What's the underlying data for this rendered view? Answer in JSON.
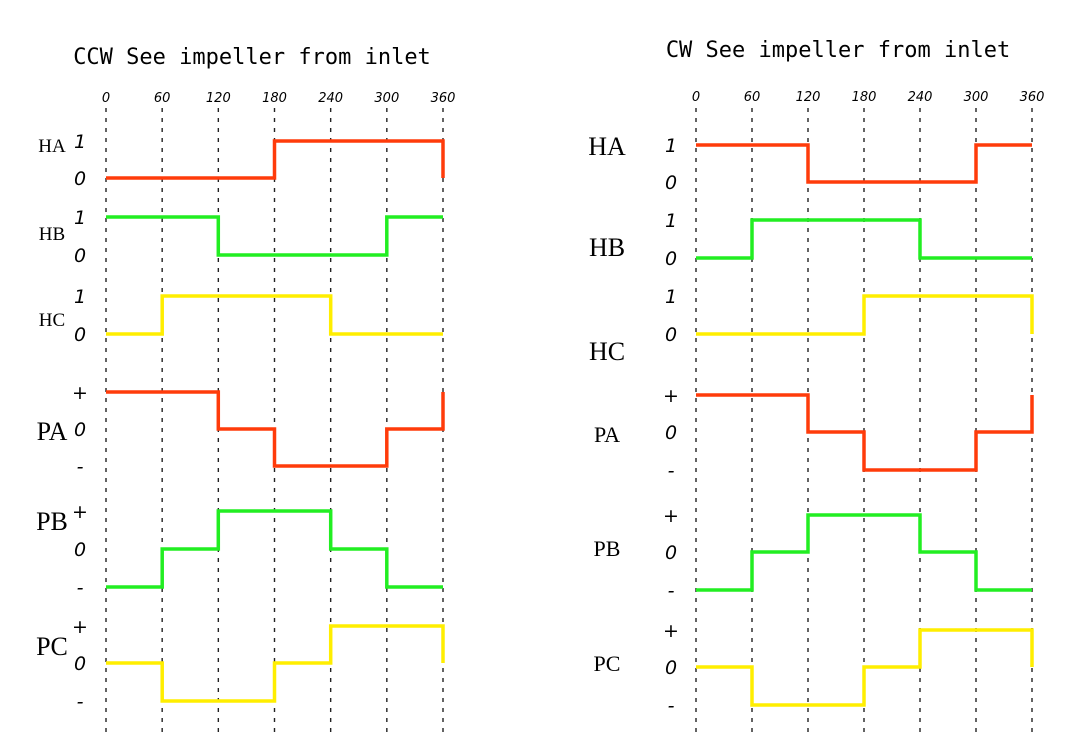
{
  "colors": {
    "red": "#ff3b0a",
    "green": "#22ee22",
    "yellow": "#ffee00"
  },
  "chart_data": [
    {
      "type": "line",
      "step": true,
      "title": "CCW See impeller from inlet",
      "x_ticks": [
        "0",
        "60",
        "120",
        "180",
        "240",
        "300",
        "360"
      ],
      "xlim": [
        0,
        360
      ],
      "grid": true,
      "series": [
        {
          "name": "HA",
          "kind": "hall",
          "level_labels": [
            "1",
            "0"
          ],
          "color": "red",
          "points": [
            [
              0,
              0
            ],
            [
              180,
              0
            ],
            [
              180,
              1
            ],
            [
              360,
              1
            ],
            [
              360,
              0
            ]
          ]
        },
        {
          "name": "HB",
          "kind": "hall",
          "level_labels": [
            "1",
            "0"
          ],
          "color": "green",
          "points": [
            [
              0,
              1
            ],
            [
              120,
              1
            ],
            [
              120,
              0
            ],
            [
              300,
              0
            ],
            [
              300,
              1
            ],
            [
              360,
              1
            ]
          ]
        },
        {
          "name": "HC",
          "kind": "hall",
          "level_labels": [
            "1",
            "0"
          ],
          "color": "yellow",
          "points": [
            [
              0,
              0
            ],
            [
              60,
              0
            ],
            [
              60,
              1
            ],
            [
              240,
              1
            ],
            [
              240,
              0
            ],
            [
              360,
              0
            ]
          ]
        },
        {
          "name": "PA",
          "kind": "phase",
          "level_labels": [
            "+",
            "0",
            "-"
          ],
          "color": "red",
          "points": [
            [
              0,
              1
            ],
            [
              120,
              1
            ],
            [
              120,
              0
            ],
            [
              180,
              0
            ],
            [
              180,
              -1
            ],
            [
              300,
              -1
            ],
            [
              300,
              0
            ],
            [
              360,
              0
            ],
            [
              360,
              1
            ]
          ]
        },
        {
          "name": "PB",
          "kind": "phase",
          "level_labels": [
            "+",
            "0",
            "-"
          ],
          "color": "green",
          "points": [
            [
              0,
              -1
            ],
            [
              60,
              -1
            ],
            [
              60,
              0
            ],
            [
              120,
              0
            ],
            [
              120,
              1
            ],
            [
              240,
              1
            ],
            [
              240,
              0
            ],
            [
              300,
              0
            ],
            [
              300,
              -1
            ],
            [
              360,
              -1
            ]
          ]
        },
        {
          "name": "PC",
          "kind": "phase",
          "level_labels": [
            "+",
            "0",
            "-"
          ],
          "color": "yellow",
          "points": [
            [
              0,
              0
            ],
            [
              60,
              0
            ],
            [
              60,
              -1
            ],
            [
              180,
              -1
            ],
            [
              180,
              0
            ],
            [
              240,
              0
            ],
            [
              240,
              1
            ],
            [
              360,
              1
            ],
            [
              360,
              0
            ]
          ]
        }
      ]
    },
    {
      "type": "line",
      "step": true,
      "title": "CW See impeller from inlet",
      "x_ticks": [
        "0",
        "60",
        "120",
        "180",
        "240",
        "300",
        "360"
      ],
      "xlim": [
        0,
        360
      ],
      "grid": true,
      "series": [
        {
          "name": "HA",
          "kind": "hall",
          "level_labels": [
            "1",
            "0"
          ],
          "color": "red",
          "points": [
            [
              0,
              1
            ],
            [
              120,
              1
            ],
            [
              120,
              0
            ],
            [
              300,
              0
            ],
            [
              300,
              1
            ],
            [
              360,
              1
            ]
          ]
        },
        {
          "name": "HB",
          "kind": "hall",
          "level_labels": [
            "1",
            "0"
          ],
          "color": "green",
          "points": [
            [
              0,
              0
            ],
            [
              60,
              0
            ],
            [
              60,
              1
            ],
            [
              240,
              1
            ],
            [
              240,
              0
            ],
            [
              360,
              0
            ]
          ]
        },
        {
          "name": "HC",
          "kind": "hall",
          "level_labels": [
            "1",
            "0"
          ],
          "color": "yellow",
          "points": [
            [
              0,
              0
            ],
            [
              180,
              0
            ],
            [
              180,
              1
            ],
            [
              360,
              1
            ],
            [
              360,
              0
            ]
          ]
        },
        {
          "name": "PA",
          "kind": "phase",
          "level_labels": [
            "+",
            "0",
            "-"
          ],
          "color": "red",
          "points": [
            [
              0,
              1
            ],
            [
              120,
              1
            ],
            [
              120,
              0
            ],
            [
              180,
              0
            ],
            [
              180,
              -1
            ],
            [
              300,
              -1
            ],
            [
              300,
              0
            ],
            [
              360,
              0
            ],
            [
              360,
              1
            ]
          ]
        },
        {
          "name": "PB",
          "kind": "phase",
          "level_labels": [
            "+",
            "0",
            "-"
          ],
          "color": "green",
          "points": [
            [
              0,
              -1
            ],
            [
              60,
              -1
            ],
            [
              60,
              0
            ],
            [
              120,
              0
            ],
            [
              120,
              1
            ],
            [
              240,
              1
            ],
            [
              240,
              0
            ],
            [
              300,
              0
            ],
            [
              300,
              -1
            ],
            [
              360,
              -1
            ]
          ]
        },
        {
          "name": "PC",
          "kind": "phase",
          "level_labels": [
            "+",
            "0",
            "-"
          ],
          "color": "yellow",
          "points": [
            [
              0,
              0
            ],
            [
              60,
              0
            ],
            [
              60,
              -1
            ],
            [
              180,
              -1
            ],
            [
              180,
              0
            ],
            [
              240,
              0
            ],
            [
              240,
              1
            ],
            [
              360,
              1
            ],
            [
              360,
              0
            ]
          ]
        }
      ]
    }
  ]
}
